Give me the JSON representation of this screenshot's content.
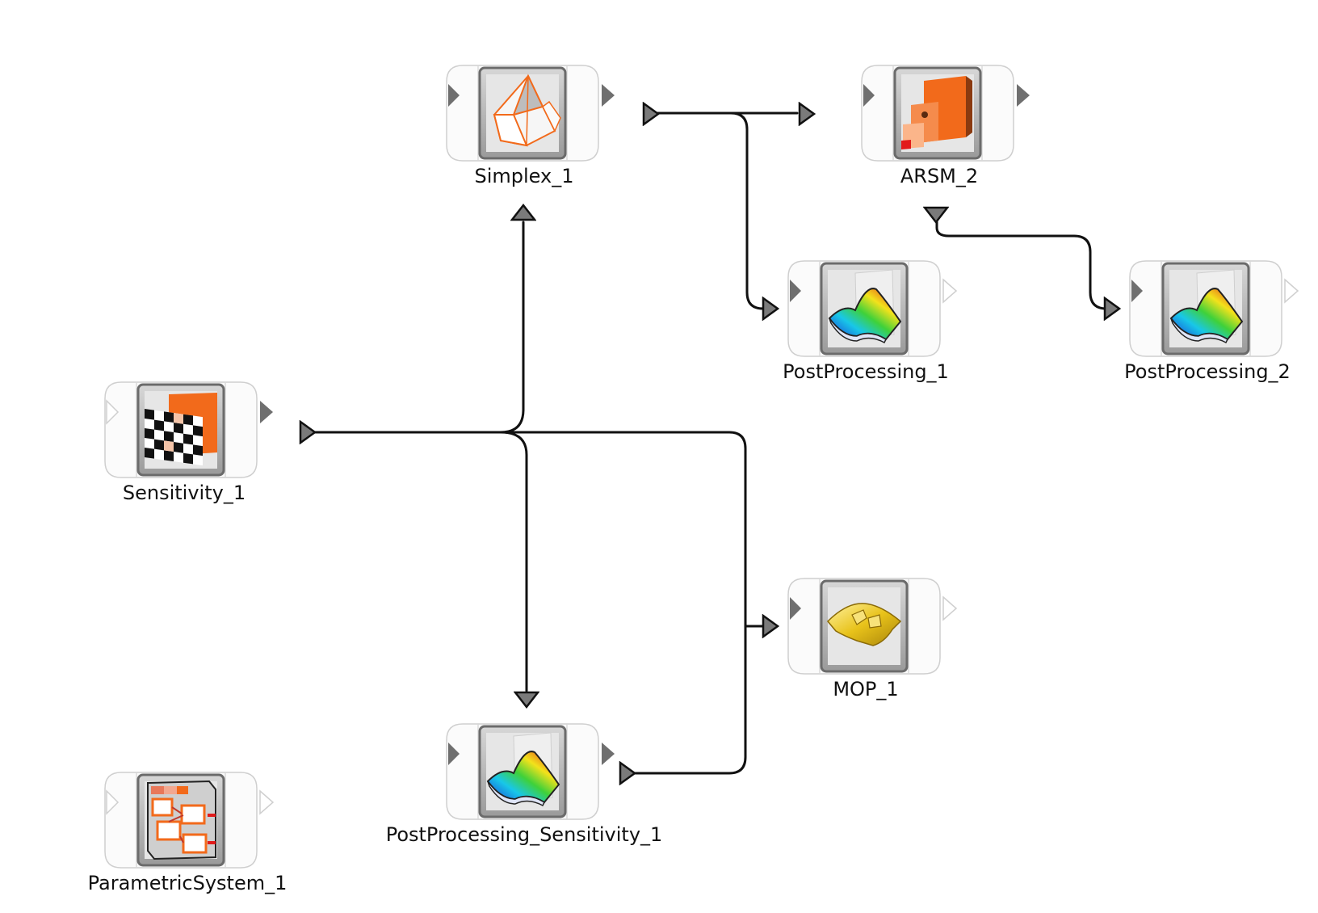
{
  "canvas": {
    "background": "#ffffff"
  },
  "colors": {
    "accent": "#f26a1b",
    "wire": "#111111",
    "port": "#7a7a7a"
  },
  "nodes": [
    {
      "id": "simplex",
      "label": "Simplex_1",
      "icon": "simplex-icon"
    },
    {
      "id": "arsm",
      "label": "ARSM_2",
      "icon": "arsm-icon"
    },
    {
      "id": "post1",
      "label": "PostProcessing_1",
      "icon": "postprocessing-icon"
    },
    {
      "id": "post2",
      "label": "PostProcessing_2",
      "icon": "postprocessing-icon"
    },
    {
      "id": "sens",
      "label": "Sensitivity_1",
      "icon": "sensitivity-icon"
    },
    {
      "id": "mop",
      "label": "MOP_1",
      "icon": "mop-icon"
    },
    {
      "id": "postsens",
      "label": "PostProcessing_Sensitivity_1",
      "icon": "postprocessing-icon"
    },
    {
      "id": "param",
      "label": "ParametricSystem_1",
      "icon": "parametric-system-icon"
    }
  ]
}
